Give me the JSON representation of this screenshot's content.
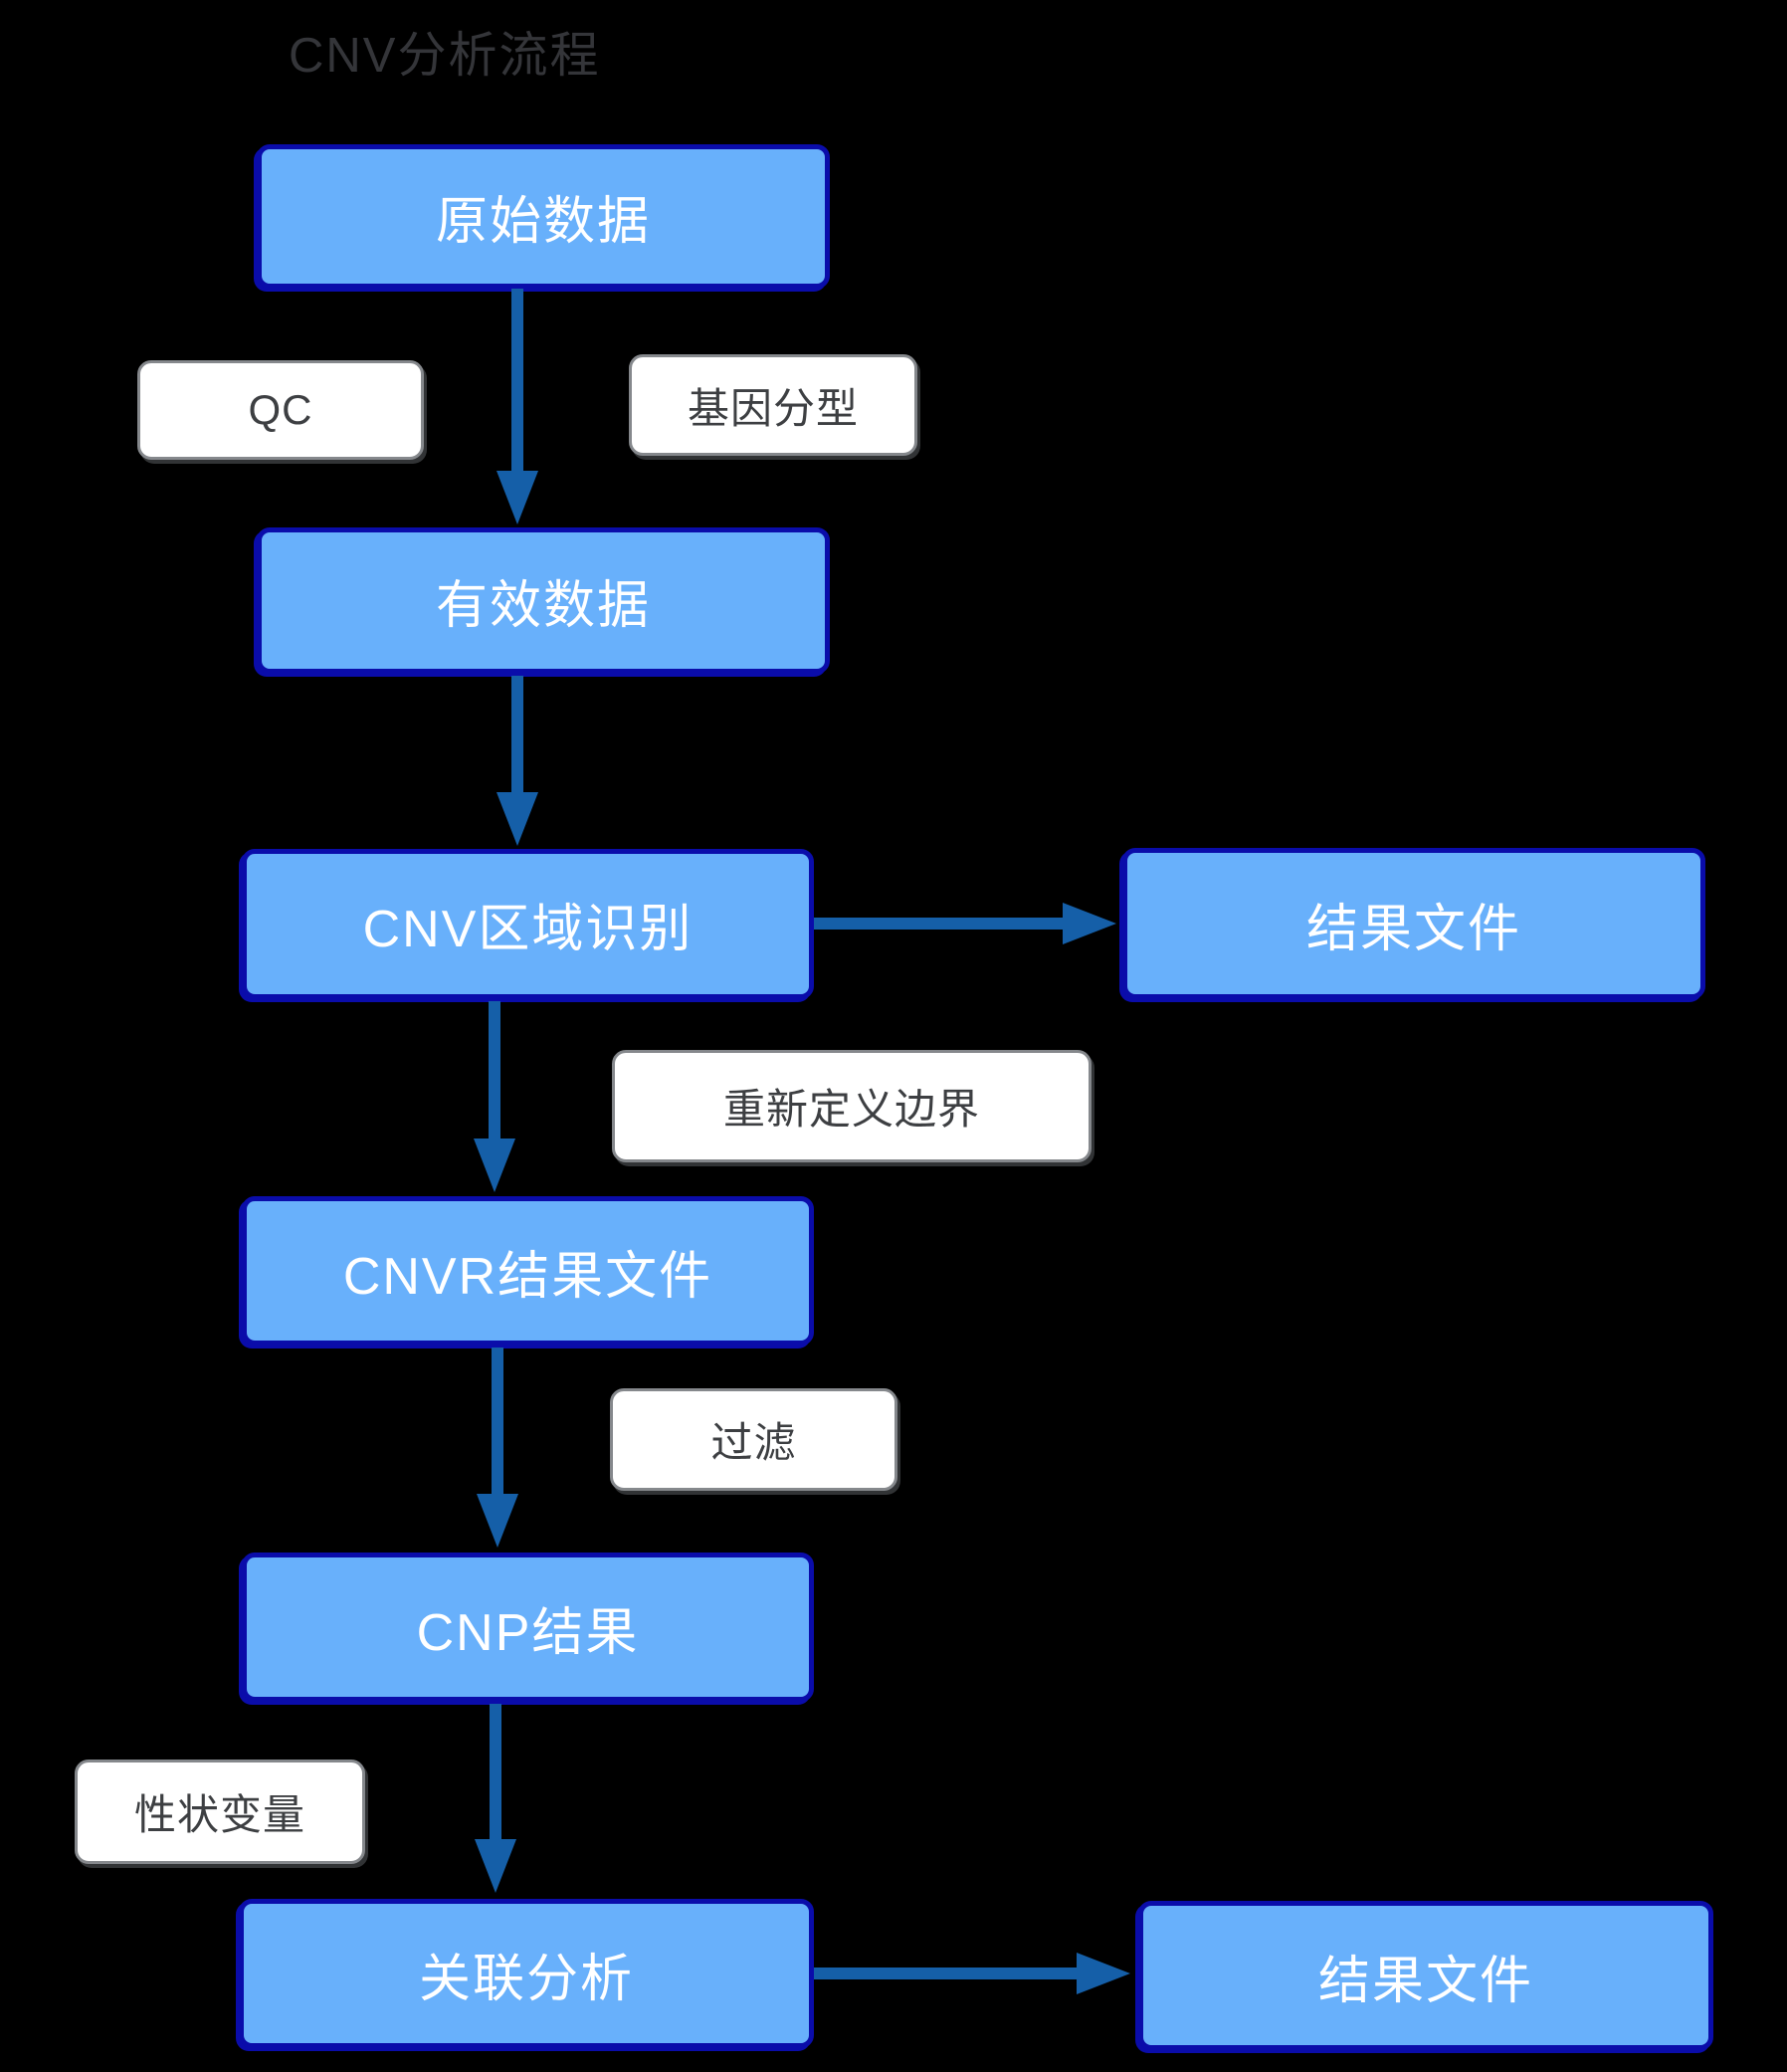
{
  "diagram": {
    "title": "CNV分析流程",
    "colors": {
      "background": "#000000",
      "title_color": "#343539",
      "node_fill": "#68b0fb",
      "node_border": "#0a0caa",
      "node_text": "#ffffff",
      "chip_fill": "#ffffff",
      "chip_border": "#85888c",
      "chip_text": "#3d3f42",
      "arrow_color": "#155fa8"
    },
    "nodes": {
      "raw_data": {
        "label": "原始数据"
      },
      "valid_data": {
        "label": "有效数据"
      },
      "cnv_region": {
        "label": "CNV区域识别"
      },
      "result_file_top": {
        "label": "结果文件"
      },
      "cnvr_result": {
        "label": "CNVR结果文件"
      },
      "cnp_result": {
        "label": "CNP结果"
      },
      "association": {
        "label": "关联分析"
      },
      "result_file_bottom": {
        "label": "结果文件"
      }
    },
    "chips": {
      "qc": {
        "label": "QC"
      },
      "genotyping": {
        "label": "基因分型"
      },
      "redefine_boundary": {
        "label": "重新定义边界"
      },
      "filter": {
        "label": "过滤"
      },
      "trait_variable": {
        "label": "性状变量"
      }
    },
    "edges": [
      {
        "from": "原始数据",
        "to": "有效数据",
        "labels": [
          "QC",
          "基因分型"
        ]
      },
      {
        "from": "有效数据",
        "to": "CNV区域识别",
        "labels": []
      },
      {
        "from": "CNV区域识别",
        "to": "结果文件",
        "labels": []
      },
      {
        "from": "CNV区域识别",
        "to": "CNVR结果文件",
        "labels": [
          "重新定义边界"
        ]
      },
      {
        "from": "CNVR结果文件",
        "to": "CNP结果",
        "labels": [
          "过滤"
        ]
      },
      {
        "from": "CNP结果",
        "to": "关联分析",
        "labels": [
          "性状变量"
        ]
      },
      {
        "from": "关联分析",
        "to": "结果文件",
        "labels": []
      }
    ]
  }
}
